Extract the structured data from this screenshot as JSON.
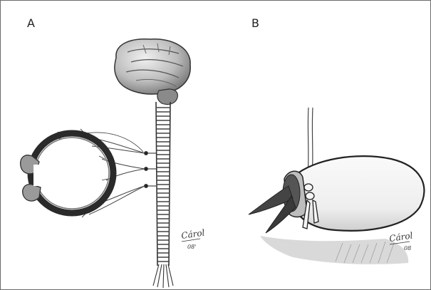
{
  "panels": [
    {
      "label": "A",
      "signature": "Cárol",
      "signature_date": "08'"
    },
    {
      "label": "B",
      "signature": "Cárol",
      "signature_date": "08"
    }
  ]
}
